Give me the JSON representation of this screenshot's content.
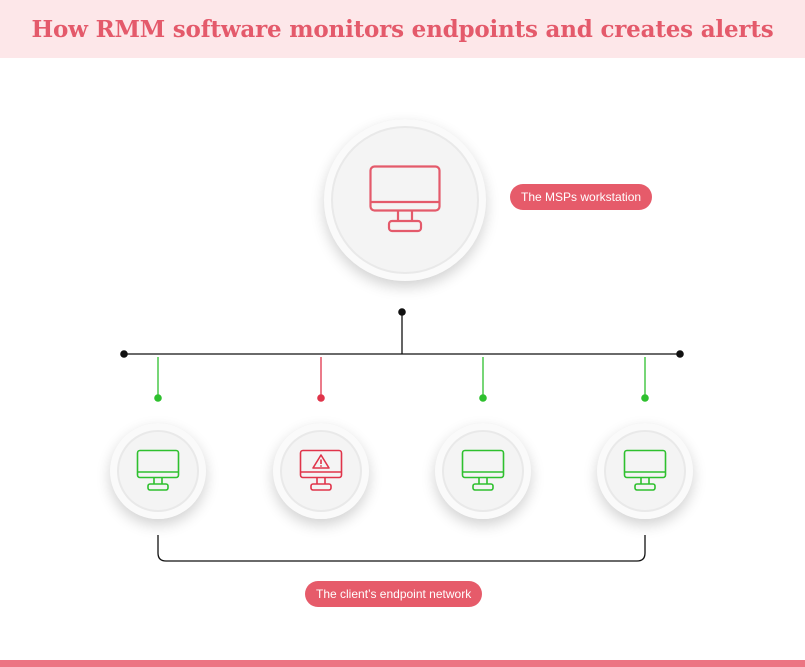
{
  "title": "How RMM software monitors endpoints and creates alerts",
  "workstation": {
    "label": "The MSPs workstation",
    "icon": "desktop-monitor-icon",
    "color": "#e45a6b"
  },
  "network": {
    "label": "The client’s endpoint network"
  },
  "endpoints": [
    {
      "icon": "desktop-monitor-icon",
      "status": "ok",
      "color": "#2ec02e"
    },
    {
      "icon": "desktop-warning-icon",
      "status": "alert",
      "color": "#e0344a"
    },
    {
      "icon": "desktop-monitor-icon",
      "status": "ok",
      "color": "#2ec02e"
    },
    {
      "icon": "desktop-monitor-icon",
      "status": "ok",
      "color": "#2ec02e"
    }
  ],
  "colors": {
    "accent": "#e45a6b",
    "header_bg": "#fde7e9",
    "line": "#111111"
  }
}
